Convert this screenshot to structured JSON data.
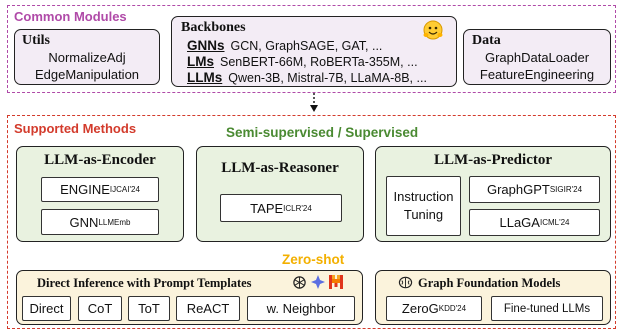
{
  "common_modules": {
    "title": "Common Modules",
    "utils": {
      "title": "Utils",
      "items": [
        "NormalizeAdj",
        "EdgeManipulation"
      ]
    },
    "backbones": {
      "title": "Backbones",
      "rows": [
        {
          "key": "GNNs",
          "value": "GCN, GraphSAGE, GAT, ..."
        },
        {
          "key": "LMs",
          "value": "SenBERT-66M, RoBERTa-355M, ..."
        },
        {
          "key": "LLMs",
          "value": "Qwen-3B, Mistral-7B, LLaMA-8B, ..."
        }
      ]
    },
    "data": {
      "title": "Data",
      "items": [
        "GraphDataLoader",
        "FeatureEngineering"
      ]
    }
  },
  "supported_methods": {
    "title": "Supported Methods",
    "supervised_heading": "Semi-supervised / Supervised",
    "encoder": {
      "title": "LLM-as-Encoder",
      "items": [
        {
          "name": "ENGINE",
          "sub": "IJCAI'24"
        },
        {
          "name": "GNN",
          "sub": "LLMEmb"
        }
      ]
    },
    "reasoner": {
      "title": "LLM-as-Reasoner",
      "items": [
        {
          "name": "TAPE",
          "sub": "ICLR'24"
        }
      ]
    },
    "predictor": {
      "title": "LLM-as-Predictor",
      "instruction_tuning": [
        "Instruction",
        "Tuning"
      ],
      "items": [
        {
          "name": "GraphGPT",
          "sub": "SIGIR'24"
        },
        {
          "name": "LLaGA",
          "sub": "ICML'24"
        }
      ]
    },
    "zero_shot_heading": "Zero-shot",
    "direct_inference": {
      "title": "Direct Inference with Prompt Templates",
      "items": [
        "Direct",
        "CoT",
        "ToT",
        "ReACT",
        "w. Neighbor"
      ]
    },
    "graph_foundation": {
      "title": "Graph Foundation Models",
      "items": [
        {
          "name": "ZeroG",
          "sub": "KDD'24"
        },
        {
          "name": "Fine-tuned LLMs",
          "sub": ""
        }
      ]
    }
  },
  "colors": {
    "magenta": "#b04aa8",
    "red": "#d33b2c",
    "green": "#4a8a32",
    "yellow": "#f3b000"
  }
}
